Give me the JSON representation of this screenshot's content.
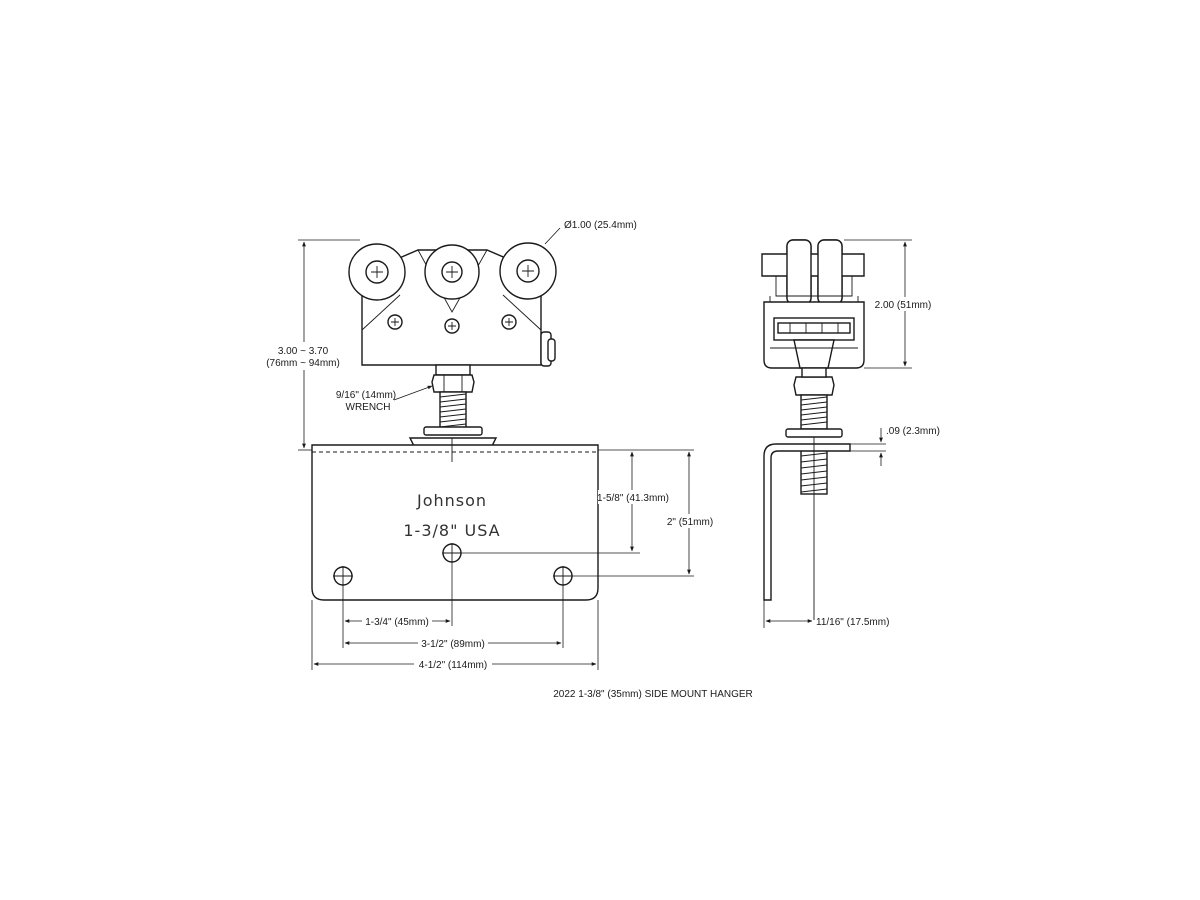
{
  "front_view": {
    "wheel_dia": "Ø1.00 (25.4mm)",
    "height_in": "3.00 ~ 3.70",
    "height_mm": "(76mm ~ 94mm)",
    "wrench_size": "9/16\" (14mm)",
    "wrench_word": "WRENCH",
    "stamp_line1": "Johnson",
    "stamp_line2": "1-3/8\"  USA",
    "dim_center_hole": "1-5/8\" (41.3mm)",
    "dim_plate_height": "2\" (51mm)",
    "dim_hole_offset": "1-3/4\" (45mm)",
    "dim_hole_spacing": "3-1/2\" (89mm)",
    "dim_plate_width": "4-1/2\" (114mm)"
  },
  "side_view": {
    "dim_height": "2.00 (51mm)",
    "dim_thickness": ".09 (2.3mm)",
    "dim_offset": "11/16\" (17.5mm)"
  },
  "caption": "2022 1-3/8\" (35mm) SIDE MOUNT HANGER"
}
